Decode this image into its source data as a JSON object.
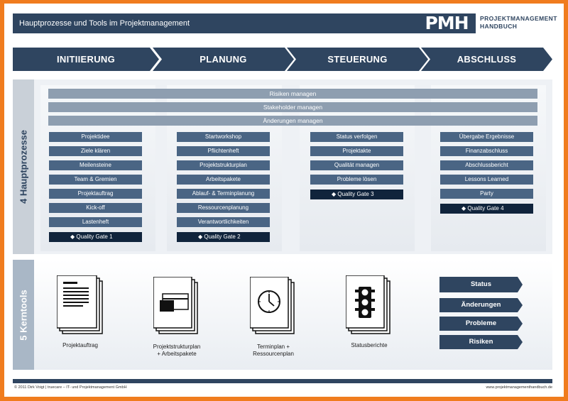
{
  "header": {
    "title": "Hauptprozesse und Tools im Projektmanagement",
    "logo_mark": "PMH",
    "logo_line1": "PROJEKTMANAGEMENT",
    "logo_line2": "HANDBUCH"
  },
  "phases": [
    "INITIIERUNG",
    "PLANUNG",
    "STEUERUNG",
    "ABSCHLUSS"
  ],
  "sections": {
    "processes": "4 Hauptprozesse",
    "tools": "5 Kerntools"
  },
  "bands": [
    "Risiken managen",
    "Stakeholder managen",
    "Änderungen managen"
  ],
  "columns": [
    {
      "items": [
        "Projektidee",
        "Ziele klären",
        "Meilensteine",
        "Team & Gremien",
        "Projektauftrag",
        "Kick-off",
        "Lastenheft"
      ],
      "gate": "Quality Gate 1"
    },
    {
      "items": [
        "Startworkshop",
        "Pflichtenheft",
        "Projektstrukturplan",
        "Arbeitspakete",
        "Ablauf- & Terminplanung",
        "Ressourcenplanung",
        "Verantwortlichkeiten"
      ],
      "gate": "Quality Gate 2"
    },
    {
      "items": [
        "Status verfolgen",
        "Projektakte",
        "Qualität managen",
        "Probleme lösen"
      ],
      "gate": "Quality Gate 3"
    },
    {
      "items": [
        "Übergabe Ergebnisse",
        "Finanzabschluss",
        "Abschlussbericht",
        "Lessons Learned",
        "Party"
      ],
      "gate": "Quality Gate 4"
    }
  ],
  "tools": [
    {
      "label": "Projektauftrag",
      "icon": "document-icon"
    },
    {
      "label": "Projektstrukturplan\n+ Arbeitspakete",
      "icon": "structure-plan-icon"
    },
    {
      "label": "Terminplan +\nRessourcenplan",
      "icon": "clock-icon"
    },
    {
      "label": "Statusberichte",
      "icon": "traffic-light-icon"
    }
  ],
  "status_buttons": [
    "Status",
    "Änderungen",
    "Probleme",
    "Risiken"
  ],
  "footer": {
    "left": "© 2011  Dirk Voigt  |  truecare – IT- und Projektmanagement GmbH",
    "right": "www.projektmanagementhandbuch.de"
  },
  "colors": {
    "frame": "#f07c1e",
    "dark_blue": "#2f4560",
    "box_blue": "#4a6584",
    "gate": "#10243c",
    "band": "#8e9eb0"
  }
}
